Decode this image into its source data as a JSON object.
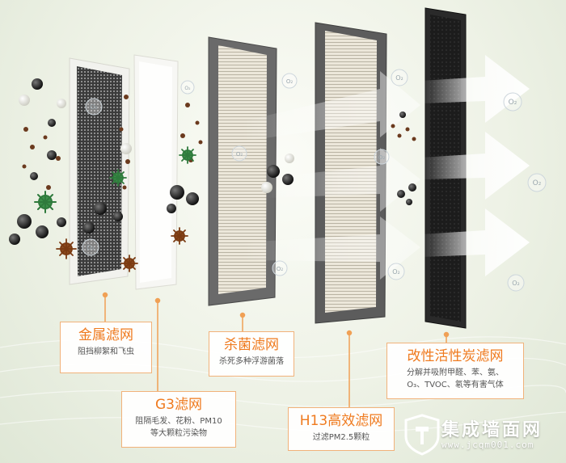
{
  "filters": [
    {
      "title": "金属滤网",
      "desc": [
        "阻挡柳絮和飞虫"
      ]
    },
    {
      "title": "G3滤网",
      "desc": [
        "阻隔毛发、花粉、PM10",
        "等大颗粒污染物"
      ]
    },
    {
      "title": "杀菌滤网",
      "desc": [
        "杀死多种浮游菌落"
      ]
    },
    {
      "title": "H13高效滤网",
      "desc": [
        "过滤PM2.5颗粒"
      ]
    },
    {
      "title": "改性活性炭滤网",
      "desc": [
        "分解并吸附甲醛、苯、氨、",
        "O₃、TVOC、氡等有害气体"
      ]
    }
  ],
  "brand": {
    "name": "集成墙面网",
    "url": "www.jcqm001.com"
  },
  "colors": {
    "accent": "#ef7a1e",
    "box_border": "#f1b27a",
    "leader": "#f0a055"
  },
  "o2_text": "O₂"
}
